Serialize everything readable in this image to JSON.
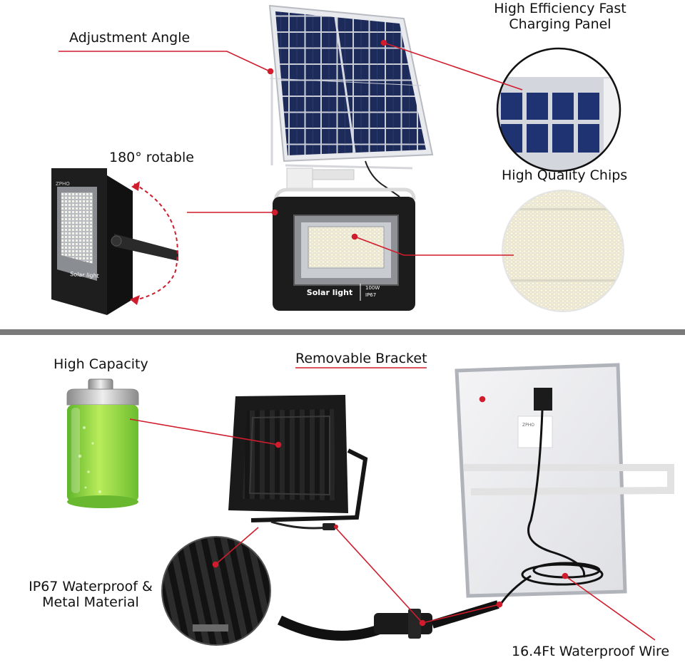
{
  "labels": {
    "adjustment_angle": "Adjustment Angle",
    "high_efficiency_line1": "High Efficiency Fast",
    "high_efficiency_line2": "Charging Panel",
    "rotable": "180° rotable",
    "high_quality_chips": "High Quality Chips",
    "high_capacity": "High Capacity",
    "removable_bracket": "Removable Bracket",
    "waterproof_line1": "IP67 Waterproof &",
    "waterproof_line2": "Metal Material",
    "waterproof_wire": "16.4Ft Waterproof Wire"
  },
  "product_text": {
    "brand": "ZPHO",
    "solar_light": "Solar light",
    "wattage": "100W",
    "rating": "IP67"
  },
  "colors": {
    "accent_line": "#d01c2c",
    "divider": "#7a7a7a",
    "panel_cell": "#1d2b5a",
    "housing": "#1b1b1b",
    "battery_green": "#8fd43a"
  }
}
